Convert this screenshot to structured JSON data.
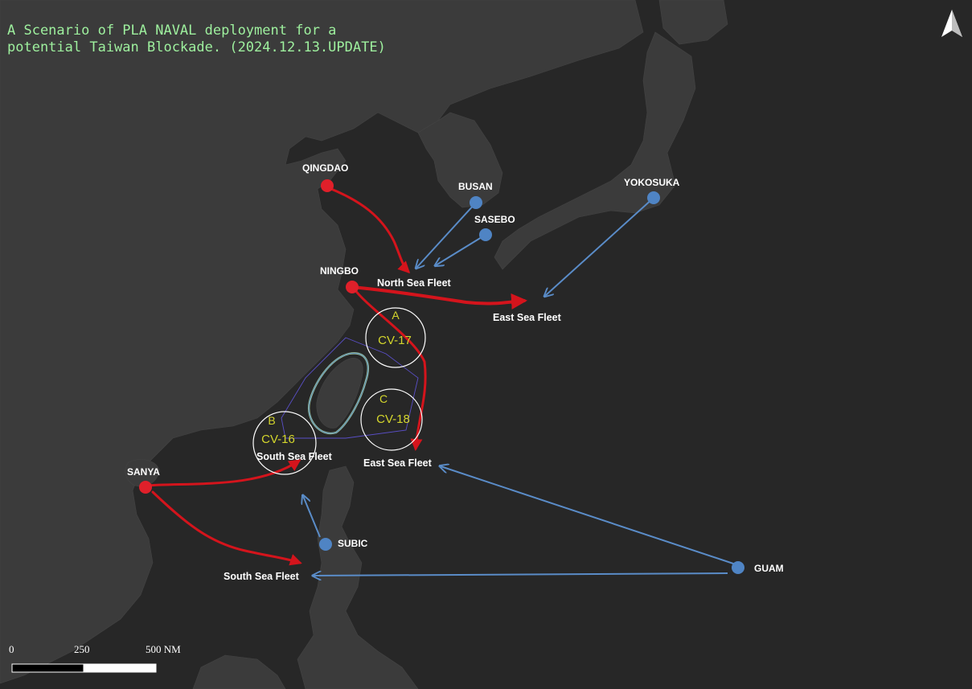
{
  "title": "A Scenario of PLA NAVAL deployment for a\npotential Taiwan Blockade. (2024.12.13.UPDATE)",
  "north_arrow_icon": "north-arrow-icon",
  "colors": {
    "pla_base": "#e0202a",
    "us_base": "#4f84c4",
    "pla_route": "#d4141c",
    "us_route": "#5a8cc8",
    "cv_label": "#d4d62c",
    "title": "#9ef09e",
    "land": "#3a3a3a",
    "sea": "#272727"
  },
  "pla_bases": [
    {
      "id": "qingdao",
      "label": "QINGDAO"
    },
    {
      "id": "ningbo",
      "label": "NINGBO"
    },
    {
      "id": "sanya",
      "label": "SANYA"
    }
  ],
  "us_bases": [
    {
      "id": "busan",
      "label": "BUSAN"
    },
    {
      "id": "sasebo",
      "label": "SASEBO"
    },
    {
      "id": "yokosuka",
      "label": "YOKOSUKA"
    },
    {
      "id": "subic",
      "label": "SUBIC"
    },
    {
      "id": "guam",
      "label": "GUAM"
    }
  ],
  "fleets": {
    "north": "North Sea Fleet",
    "east_1": "East Sea Fleet",
    "east_2": "East Sea Fleet",
    "south_1": "South Sea Fleet",
    "south_2": "South Sea Fleet"
  },
  "carriers": [
    {
      "zone": "A",
      "name": "CV-17"
    },
    {
      "zone": "B",
      "name": "CV-16"
    },
    {
      "zone": "C",
      "name": "CV-18"
    }
  ],
  "scale_bar": {
    "ticks": [
      "0",
      "250",
      "500 NM"
    ]
  }
}
